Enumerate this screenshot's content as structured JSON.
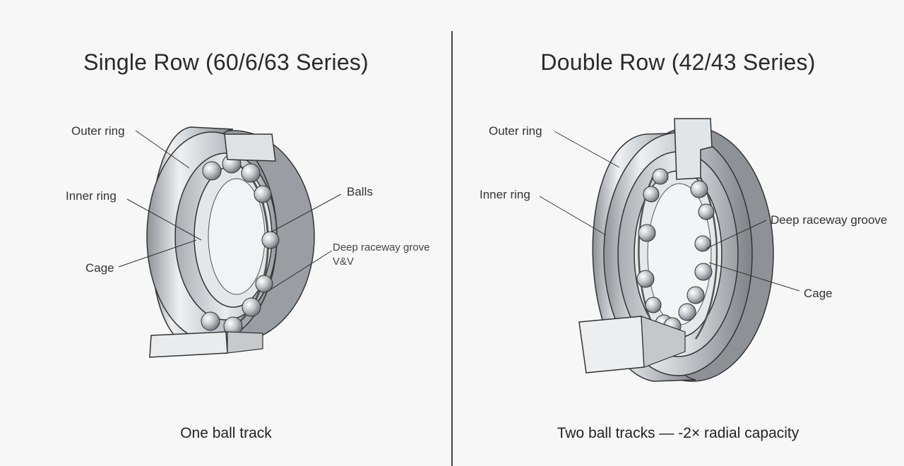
{
  "left": {
    "title": "Single Row (60/6/63 Series)",
    "caption": "One ball track",
    "labels": {
      "outer_ring": "Outer ring",
      "inner_ring": "Inner ring",
      "cage": "Cage",
      "balls": "Balls",
      "groove": "Deep raceway grove",
      "groove_extra": "V&V"
    }
  },
  "right": {
    "title": "Double Row (42/43 Series)",
    "caption": "Two ball tracks — -2× radial capacity",
    "labels": {
      "outer_ring": "Outer ring",
      "inner_ring": "Inner ring",
      "groove": "Deep raceway groove",
      "cage": "Cage"
    }
  },
  "colors": {
    "steel_light": "#e6e8ea",
    "steel_mid": "#b9bdc1",
    "steel_dark": "#7d8287",
    "line": "#333333",
    "background": "#f7f7f7"
  }
}
